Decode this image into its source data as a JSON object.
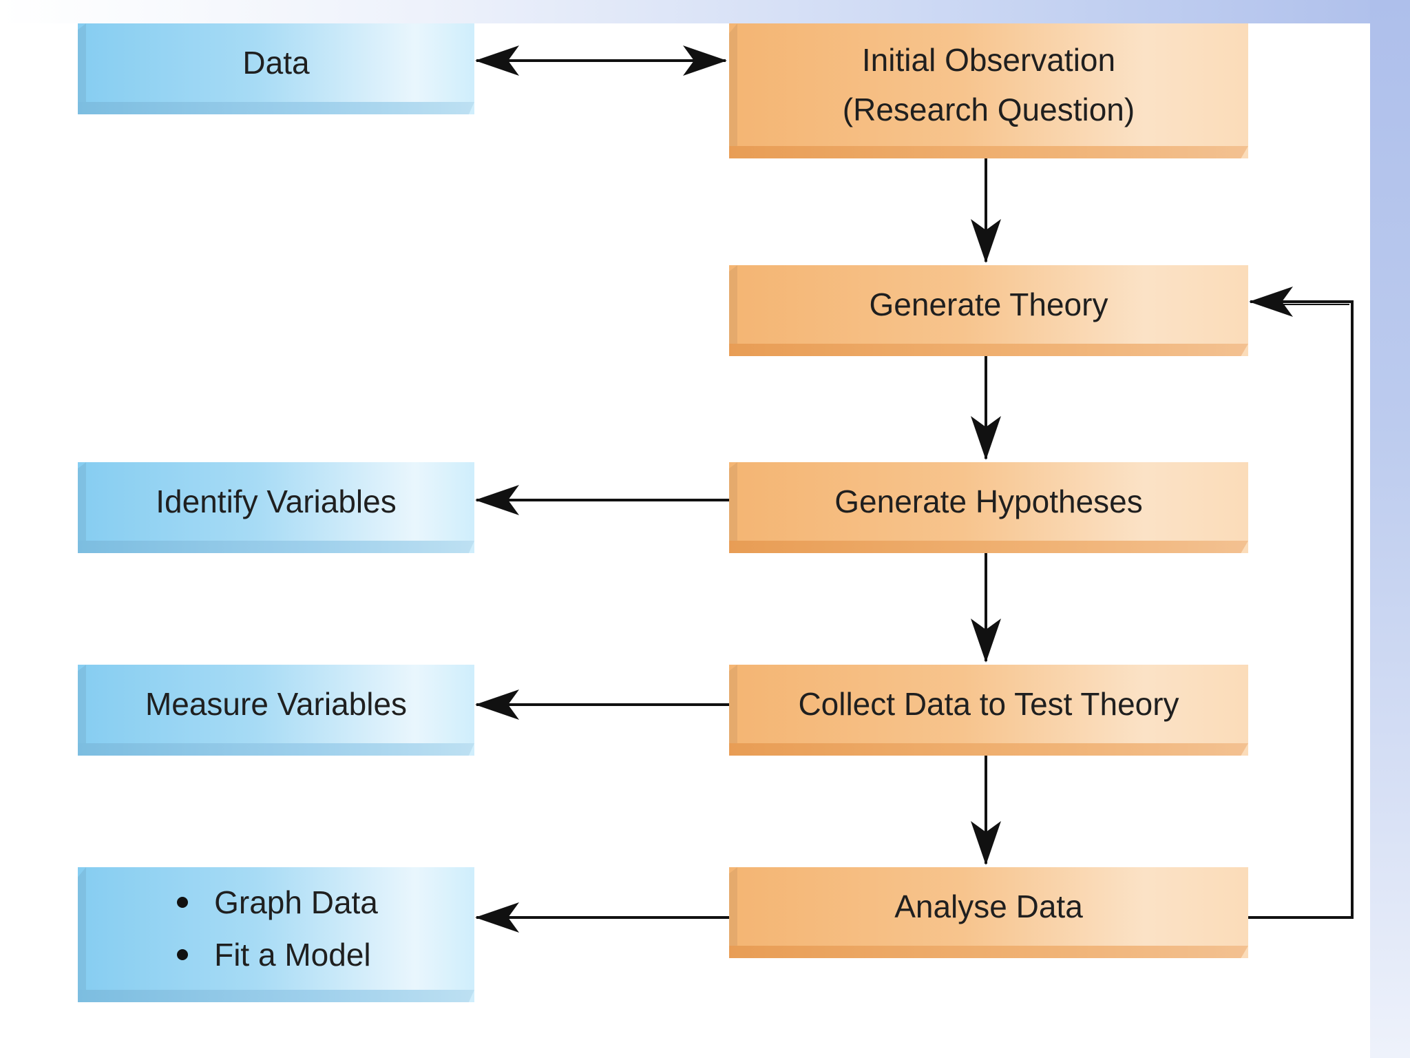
{
  "diagram": {
    "nodes": {
      "data": "Data",
      "initial_observation": [
        "Initial Observation",
        "(Research Question)"
      ],
      "generate_theory": "Generate Theory",
      "generate_hypotheses": "Generate Hypotheses",
      "identify_variables": "Identify Variables",
      "collect_data": "Collect Data to Test Theory",
      "measure_variables": "Measure Variables",
      "analyse_data": "Analyse Data",
      "analysis_items": [
        "Graph Data",
        "Fit a Model"
      ]
    },
    "colors": {
      "process_box": "#f7c48d",
      "side_box": "#a7dbf5",
      "arrow": "#111111",
      "frame_accent": "#aebfeb"
    },
    "edges": [
      {
        "from": "data",
        "to": "initial_observation",
        "bidirectional": true
      },
      {
        "from": "initial_observation",
        "to": "generate_theory"
      },
      {
        "from": "generate_theory",
        "to": "generate_hypotheses"
      },
      {
        "from": "generate_hypotheses",
        "to": "identify_variables"
      },
      {
        "from": "generate_hypotheses",
        "to": "collect_data"
      },
      {
        "from": "collect_data",
        "to": "measure_variables"
      },
      {
        "from": "collect_data",
        "to": "analyse_data"
      },
      {
        "from": "analyse_data",
        "to": "analysis_items"
      },
      {
        "from": "analyse_data",
        "to": "generate_theory",
        "feedback": true
      }
    ]
  }
}
